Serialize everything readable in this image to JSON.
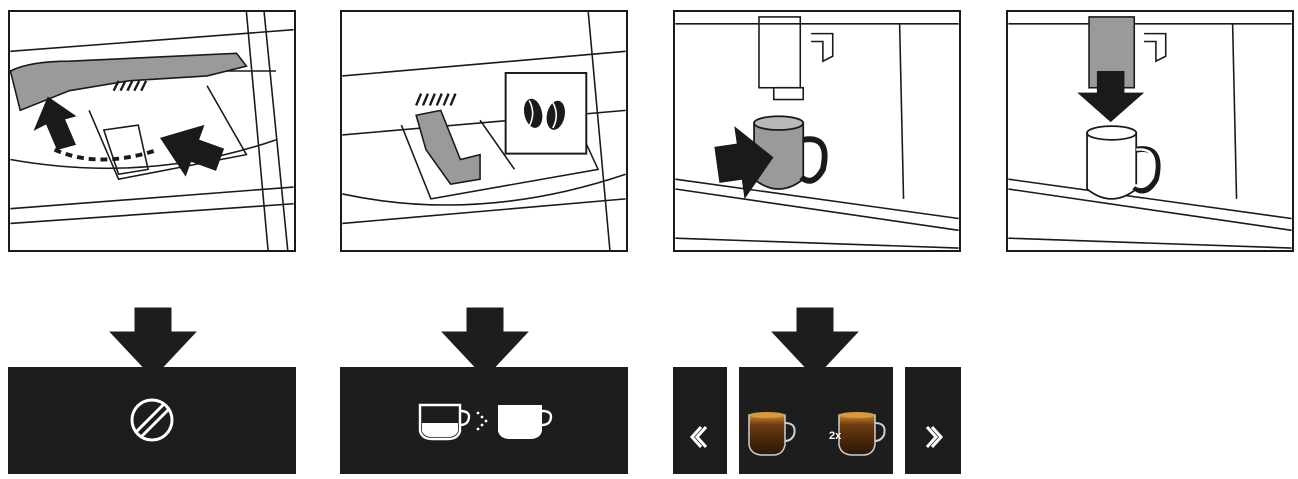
{
  "steps": [
    {
      "id": 1,
      "illustration": "open-ground-coffee-compartment-lid",
      "display_icon": "ground-coffee-icon"
    },
    {
      "id": 2,
      "illustration": "add-coffee-beans-to-compartment",
      "display_icon": "cup-size-select-icon"
    },
    {
      "id": 3,
      "illustration": "place-cup-under-spout",
      "display_icon": "espresso-cup-carousel"
    },
    {
      "id": 4,
      "illustration": "coffee-dispensed-into-cup"
    }
  ],
  "carousel": {
    "prev_icon": "chevron-left-icon",
    "next_icon": "chevron-right-icon",
    "double_label": "2x"
  },
  "colors": {
    "display_background": "#1d1d1d",
    "display_foreground": "#ffffff",
    "line": "#1a1a1a",
    "fill_grey": "#9a9a9a",
    "coffee": "#b06a1a"
  }
}
